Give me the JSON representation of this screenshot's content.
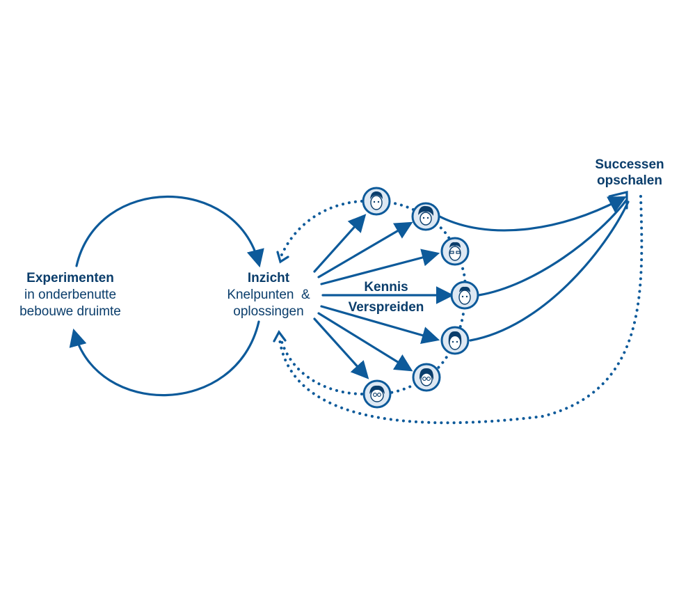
{
  "colors": {
    "primary": "#0d5a9a",
    "text": "#0a3d6b",
    "avatar_bg": "#dde8f3"
  },
  "nodes": {
    "experimenten": {
      "title": "Experimenten",
      "line1": "in onderbenutte",
      "line2": "bebouwe druimte"
    },
    "inzicht": {
      "title": "Inzicht",
      "line1": "Knelpunten  &",
      "line2": "oplossingen"
    },
    "kennis": {
      "line1": "Kennis",
      "line2": "Verspreiden"
    },
    "successen": {
      "line1": "Successen",
      "line2": "opschalen"
    }
  },
  "avatars": [
    "person-1",
    "person-2",
    "person-3",
    "person-4",
    "person-5",
    "person-6",
    "person-7"
  ]
}
